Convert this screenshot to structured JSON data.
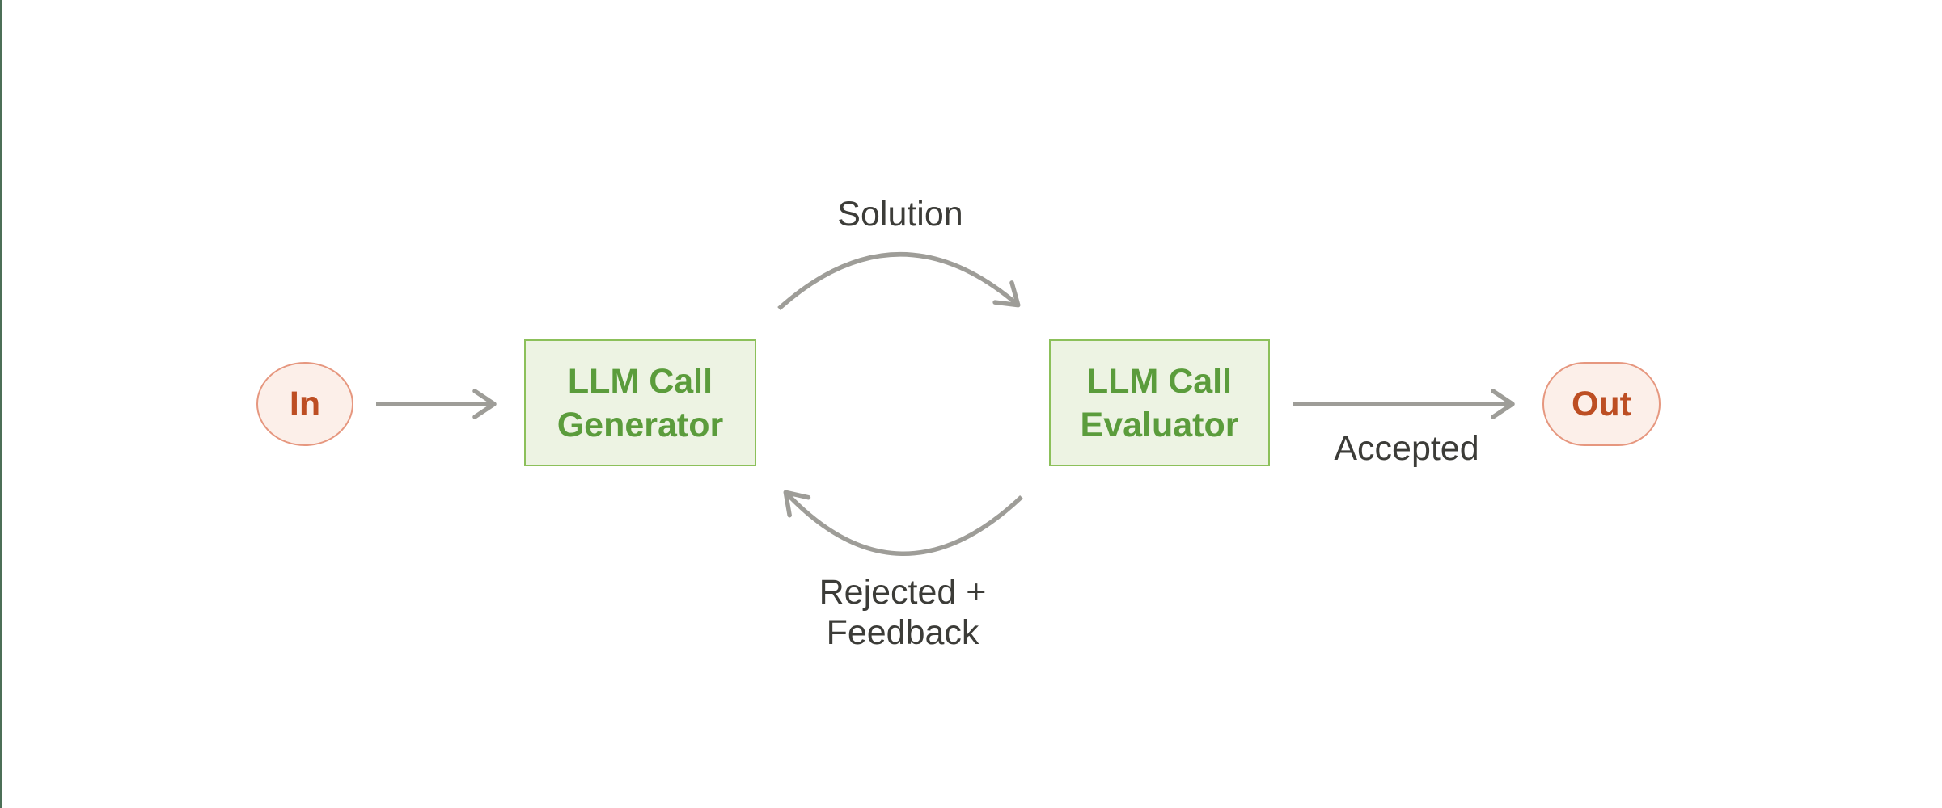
{
  "colors": {
    "arrow": "#9e9d98",
    "label_text": "#3c3c38",
    "node_fill": "#edf3e3",
    "node_border": "#8cc05a",
    "node_text": "#5b9c3c",
    "terminal_fill": "#fcefe9",
    "terminal_border": "#e6977f",
    "terminal_text": "#bd4e23",
    "page_edge": "#4c6f57",
    "page_bg": "#ffffff"
  },
  "nodes": {
    "input": {
      "label": "In"
    },
    "generator": {
      "line1": "LLM Call",
      "line2": "Generator"
    },
    "evaluator": {
      "line1": "LLM Call",
      "line2": "Evaluator"
    },
    "output": {
      "label": "Out"
    }
  },
  "edges": {
    "in_to_generator": {
      "label": ""
    },
    "solution": {
      "label": "Solution"
    },
    "rejected": {
      "line1": "Rejected +",
      "line2": "Feedback"
    },
    "accepted": {
      "label": "Accepted"
    }
  }
}
